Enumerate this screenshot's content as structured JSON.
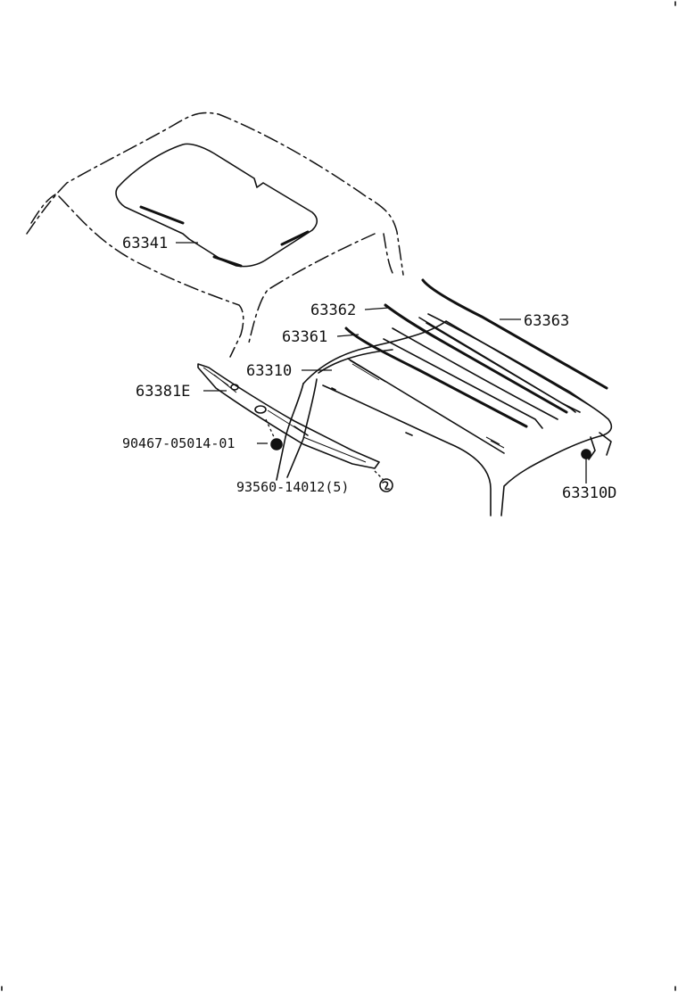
{
  "diagram": {
    "parts": [
      {
        "number": "63341"
      },
      {
        "number": "63362"
      },
      {
        "number": "63363"
      },
      {
        "number": "63361"
      },
      {
        "number": "63310"
      },
      {
        "number": "63381E"
      },
      {
        "number": "90467-05014-01"
      },
      {
        "number": "93560-14012(5)"
      },
      {
        "number": "63310D"
      }
    ]
  }
}
